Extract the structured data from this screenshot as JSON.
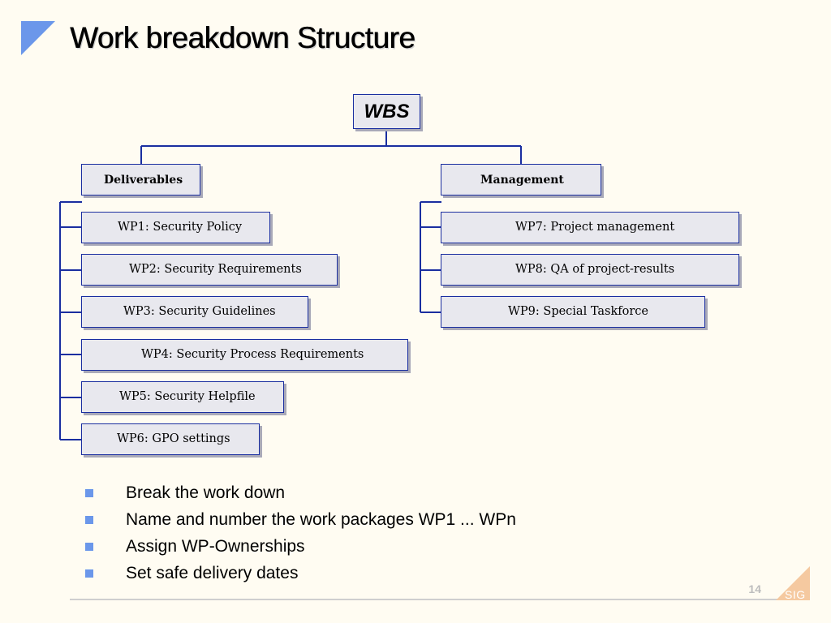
{
  "slide": {
    "title": "Work breakdown Structure",
    "page_number": "14",
    "logo_text": "SIG",
    "accent_color": "#6b97ea",
    "line_color": "#1a2ea0",
    "logo_color": "#f5c9a0"
  },
  "diagram": {
    "root": "WBS",
    "branches": [
      {
        "label": "Deliverables",
        "packages": [
          "WP1: Security Policy",
          "WP2: Security Requirements",
          "WP3: Security Guidelines",
          "WP4: Security Process Requirements",
          "WP5: Security Helpfile",
          "WP6: GPO settings"
        ]
      },
      {
        "label": "Management",
        "packages": [
          "WP7: Project management",
          "WP8: QA of project-results",
          "WP9: Special Taskforce"
        ]
      }
    ]
  },
  "bullets": [
    "Break the work down",
    "Name and number the work packages WP1 ... WPn",
    "Assign WP-Ownerships",
    "Set safe delivery dates"
  ]
}
